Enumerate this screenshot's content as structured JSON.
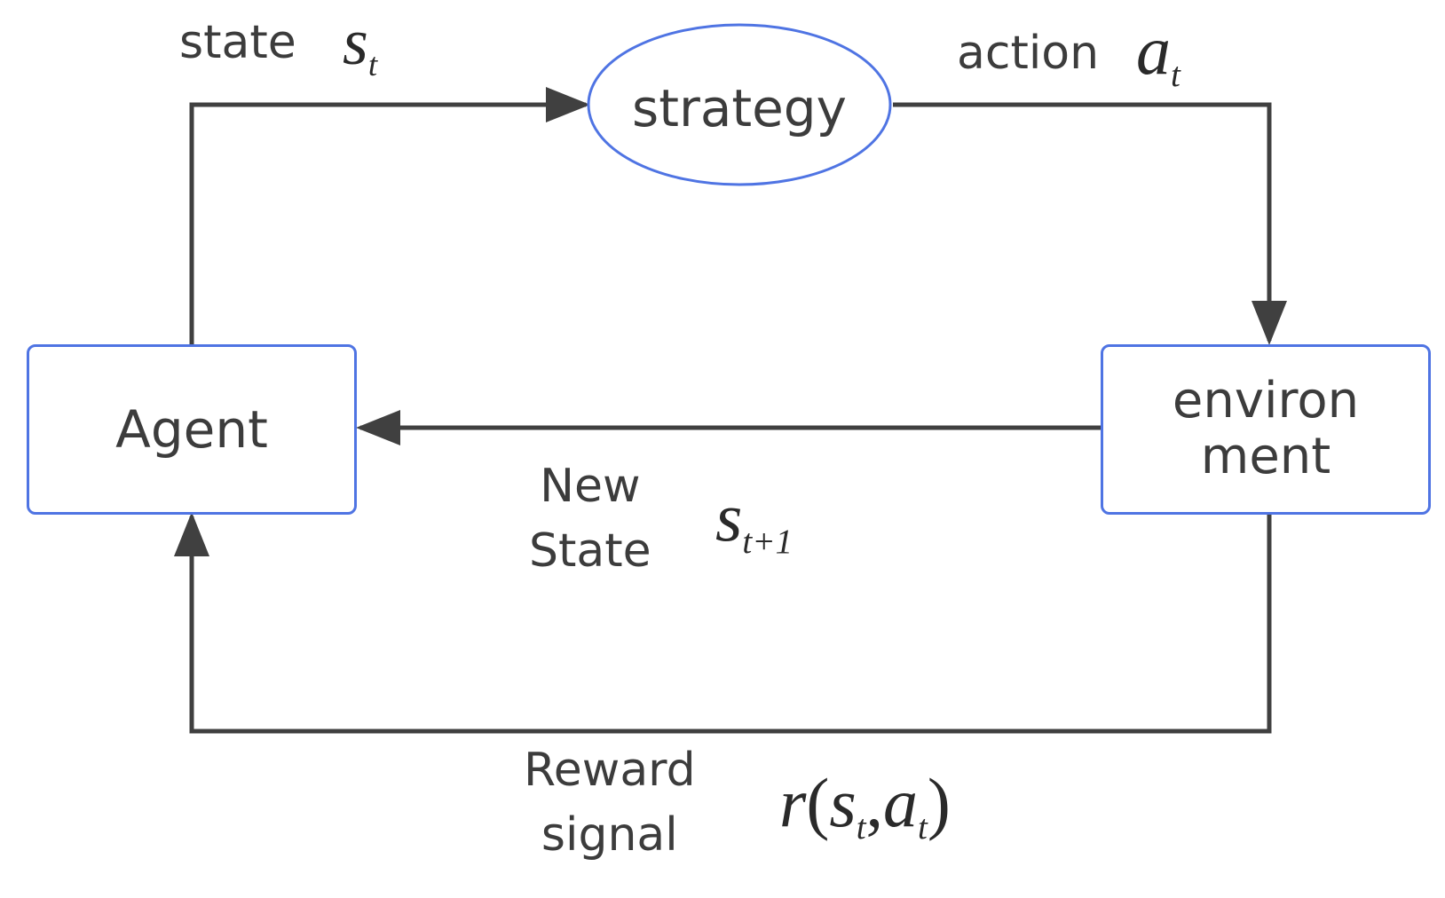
{
  "nodes": {
    "agent": {
      "label": "Agent"
    },
    "strategy": {
      "label": "strategy"
    },
    "environment": {
      "line1": "environ",
      "line2": "ment"
    }
  },
  "edges": {
    "state": {
      "text": "state",
      "symbol": "s",
      "subscript": "t"
    },
    "action": {
      "text": "action",
      "symbol": "a",
      "subscript": "t"
    },
    "new_state": {
      "line1": "New",
      "line2": "State",
      "symbol": "s",
      "subscript": "t+1"
    },
    "reward": {
      "line1": "Reward",
      "line2": "signal",
      "func": "r",
      "open": "(",
      "arg1": "s",
      "arg1_sub": "t",
      "sep": ",",
      "arg2": "a",
      "arg2_sub": "t",
      "close": ")"
    }
  },
  "colors": {
    "node_border": "#4f74e3",
    "line": "#404040",
    "text": "#3c3c3c"
  }
}
